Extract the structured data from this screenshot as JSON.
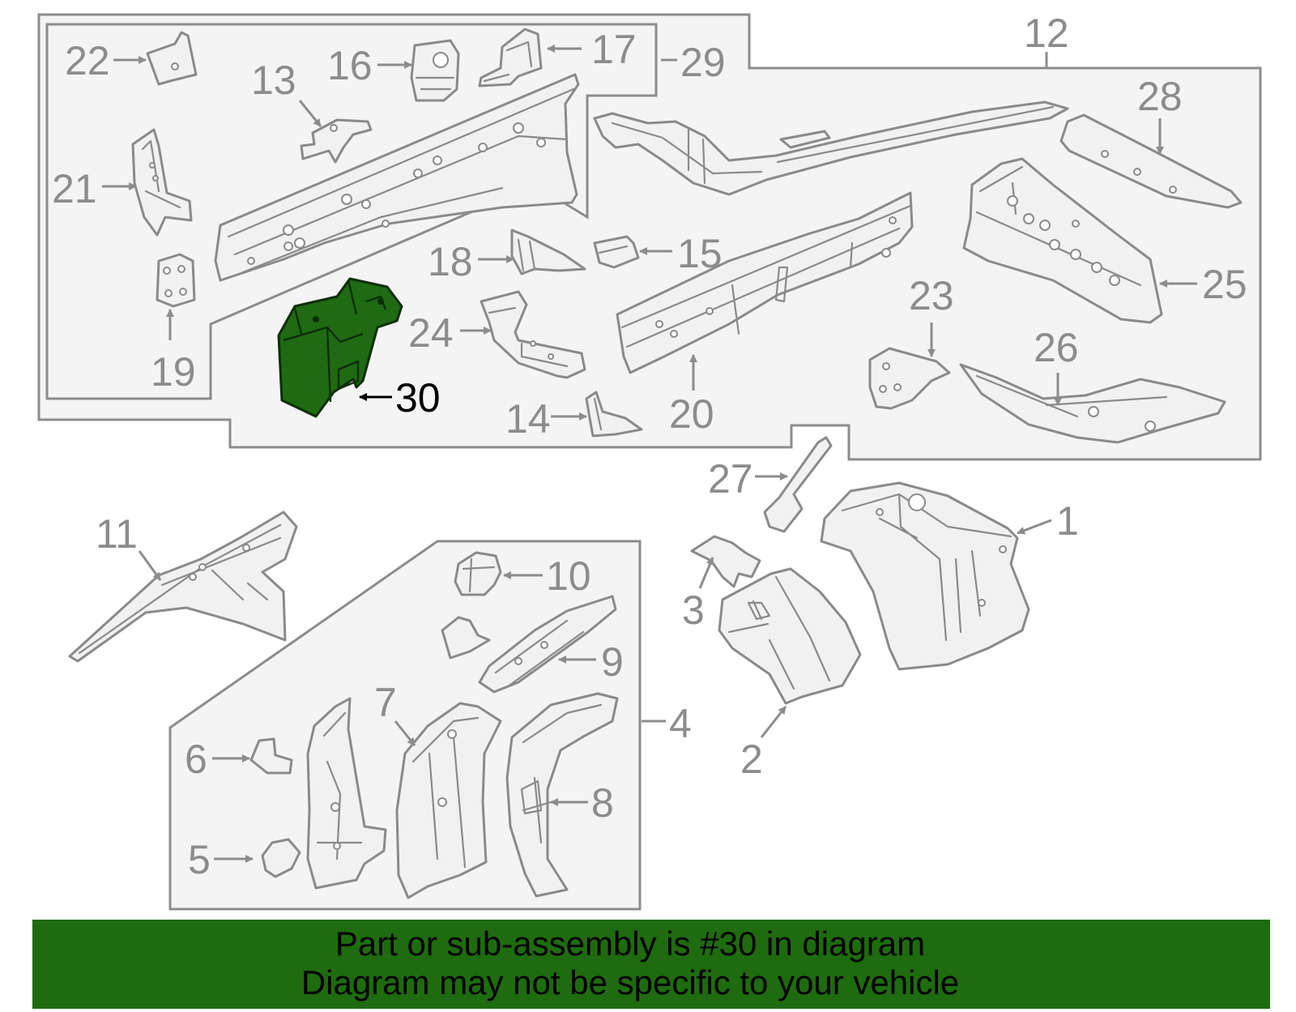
{
  "diagram": {
    "callouts": [
      "1",
      "2",
      "3",
      "4",
      "5",
      "6",
      "7",
      "8",
      "9",
      "10",
      "11",
      "12",
      "13",
      "14",
      "15",
      "16",
      "17",
      "18",
      "19",
      "20",
      "21",
      "22",
      "23",
      "24",
      "25",
      "26",
      "27",
      "28",
      "29",
      "30"
    ],
    "highlighted_callout": "30",
    "highlight_color": "#1f6b0f",
    "line_color": "#8c8c8c"
  },
  "banner": {
    "line1": "Part or sub-assembly is #30 in diagram",
    "line2": "Diagram may not be specific to your vehicle"
  }
}
